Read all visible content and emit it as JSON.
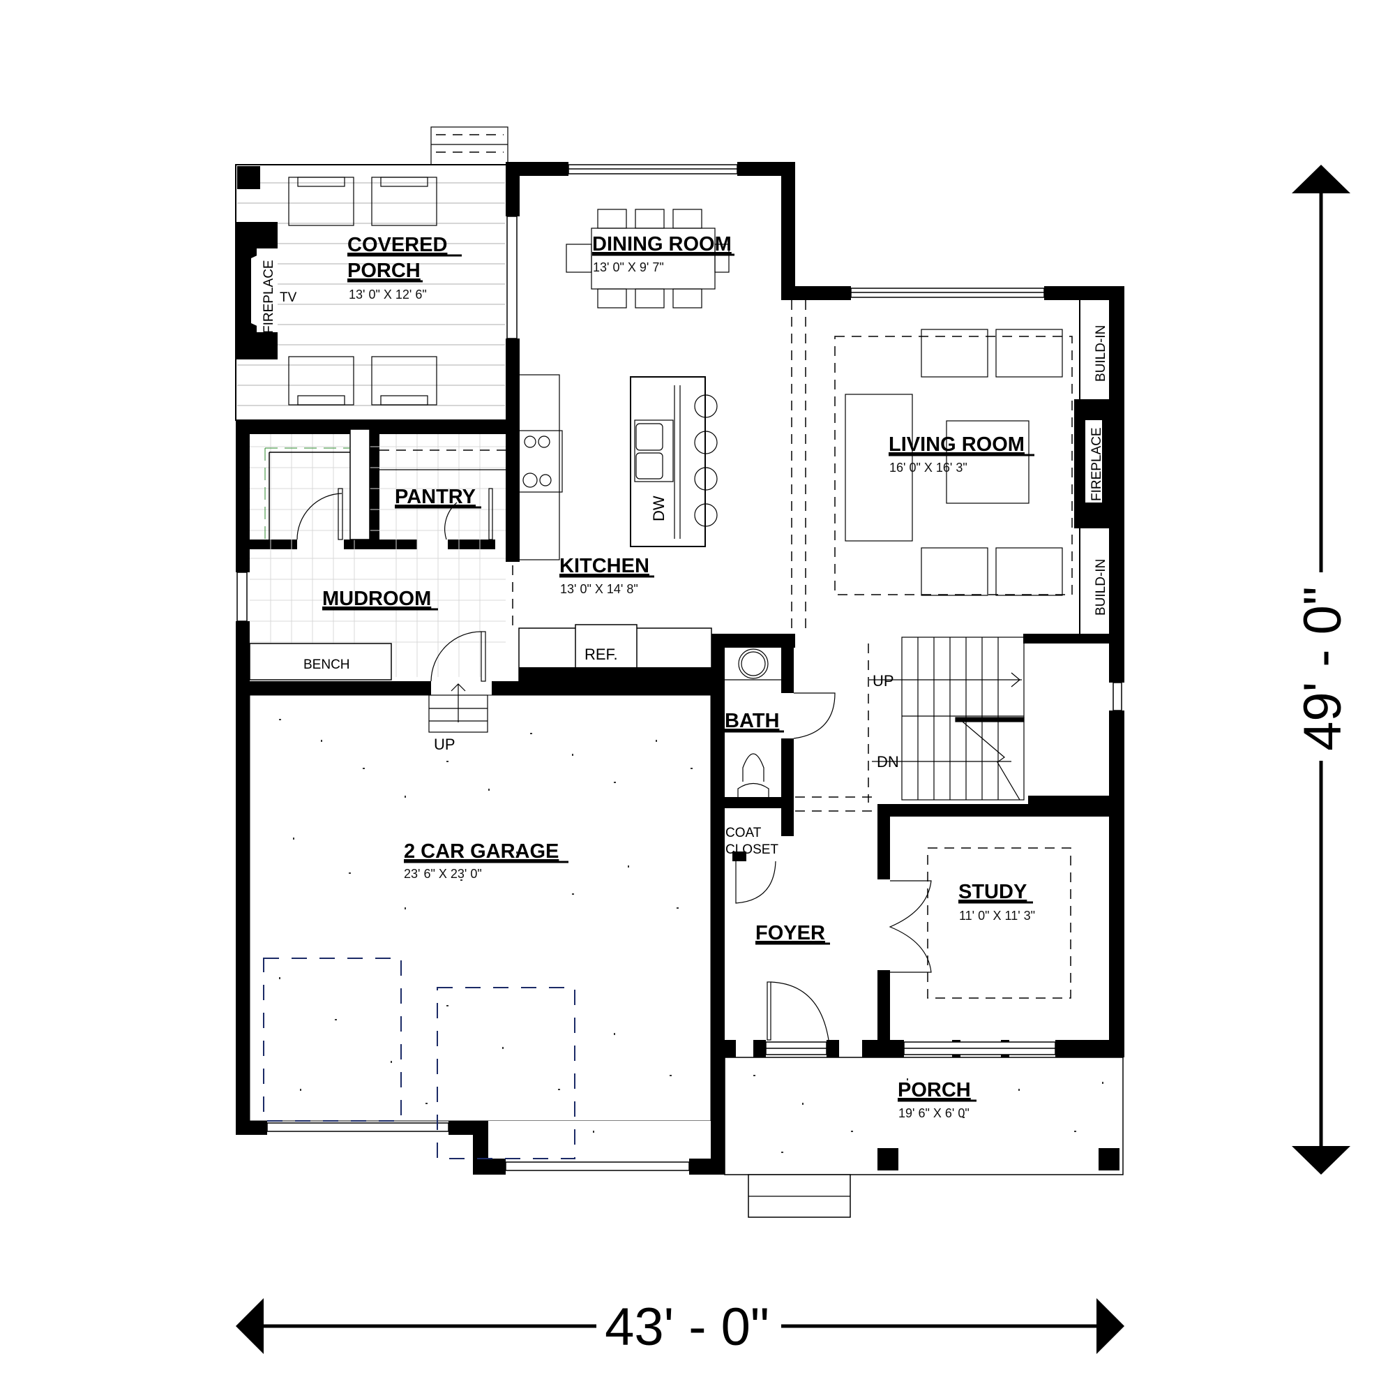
{
  "plan": {
    "overall_width": "43' - 0\"",
    "overall_depth": "49' - 0\"",
    "rooms": {
      "covered_porch": {
        "name_line1": "COVERED",
        "name_line2": "PORCH",
        "dims": "13' 0\" X 12' 6\""
      },
      "dining_room": {
        "name": "DINING ROOM",
        "dims": "13' 0\" X 9' 7\""
      },
      "living_room": {
        "name": "LIVING ROOM",
        "dims": "16' 0\" X 16' 3\""
      },
      "kitchen": {
        "name": "KITCHEN",
        "dims": "13' 0\" X 14' 8\""
      },
      "pantry": {
        "name": "PANTRY"
      },
      "mudroom": {
        "name": "MUDROOM"
      },
      "bath": {
        "name": "BATH"
      },
      "coat_closet": {
        "name_line1": "COAT",
        "name_line2": "CLOSET"
      },
      "foyer": {
        "name": "FOYER"
      },
      "study": {
        "name": "STUDY",
        "dims": "11' 0\" X 11' 3\""
      },
      "garage": {
        "name": "2 CAR GARAGE",
        "dims": "23' 6\" X 23' 0\""
      },
      "porch": {
        "name": "PORCH",
        "dims": "19' 6\" X 6' 0\""
      }
    },
    "labels": {
      "fireplace_porch": "FIREPLACE",
      "fireplace_living": "FIREPLACE",
      "tv": "TV",
      "build_in_top": "BUILD-IN",
      "build_in_bottom": "BUILD-IN",
      "dishwasher": "DW",
      "refrigerator": "REF.",
      "bench": "BENCH",
      "stairs_up": "UP",
      "stairs_down": "DN",
      "garage_stairs_up": "UP"
    }
  }
}
